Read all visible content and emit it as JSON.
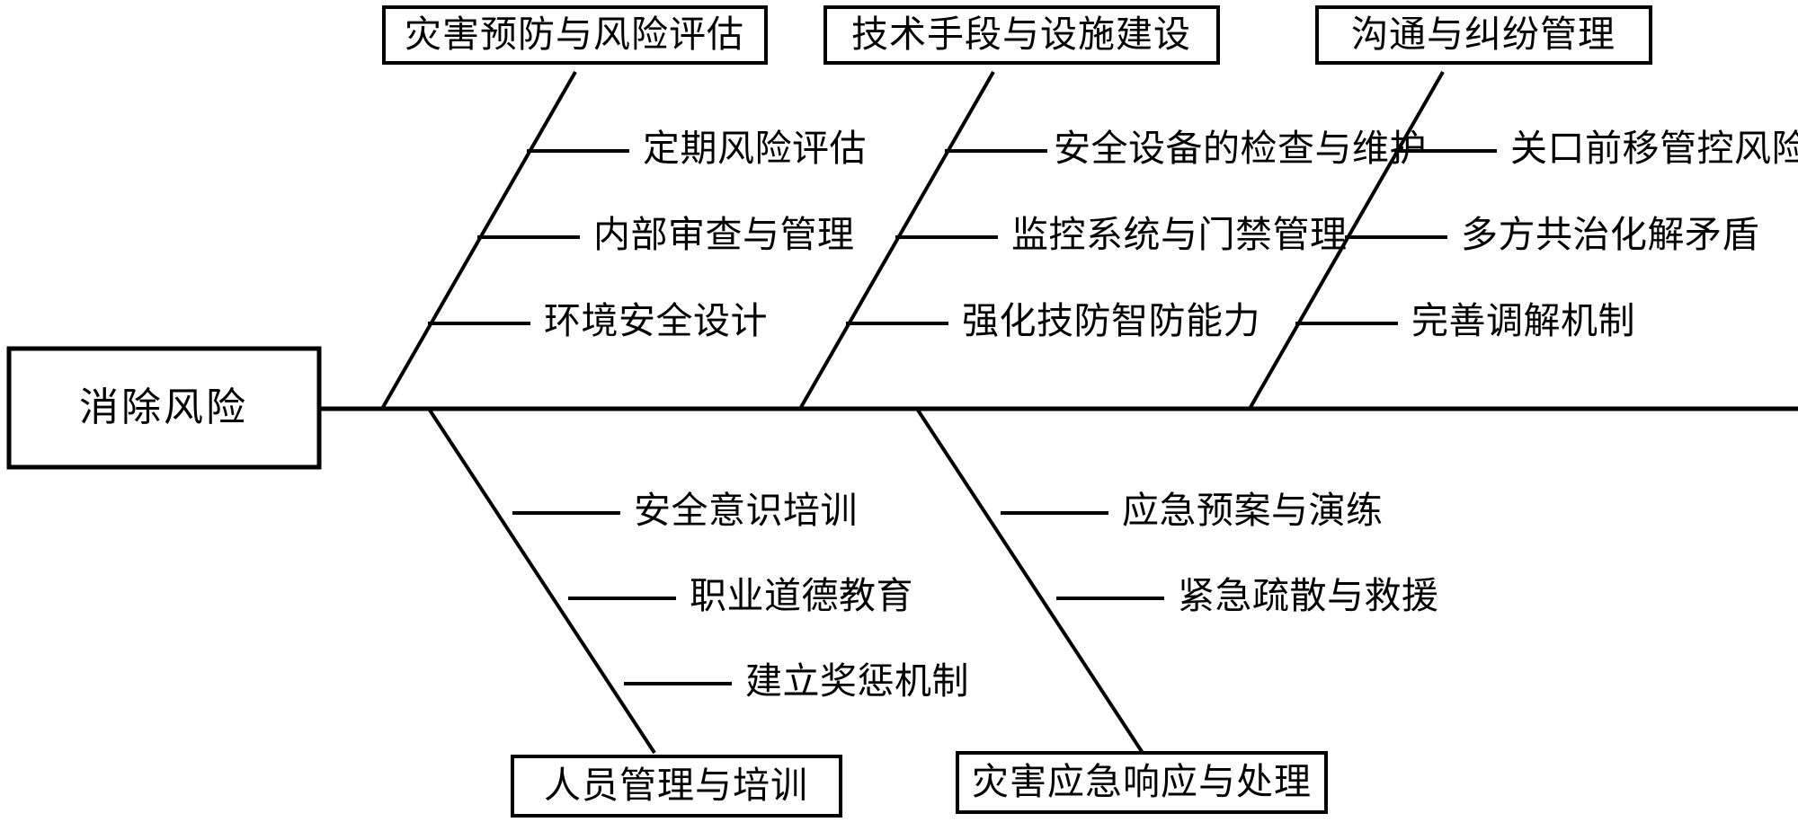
{
  "diagram": {
    "type": "fishbone-ishikawa",
    "orientation": "horizontal",
    "head": {
      "label": "消除风险"
    },
    "categories": [
      {
        "id": "disaster-prevention",
        "label": "灾害预防与风险评估",
        "side": "top",
        "causes": [
          "定期风险评估",
          "内部审查与管理",
          "环境安全设计"
        ]
      },
      {
        "id": "technical-facilities",
        "label": "技术手段与设施建设",
        "side": "top",
        "causes": [
          "安全设备的检查与维护",
          "监控系统与门禁管理",
          "强化技防智防能力"
        ]
      },
      {
        "id": "communication-dispute",
        "label": "沟通与纠纷管理",
        "side": "top",
        "causes": [
          "关口前移管控风险",
          "多方共治化解矛盾",
          "完善调解机制"
        ]
      },
      {
        "id": "personnel-training",
        "label": "人员管理与培训",
        "side": "bottom",
        "causes": [
          "安全意识培训",
          "职业道德教育",
          "建立奖惩机制"
        ]
      },
      {
        "id": "emergency-response",
        "label": "灾害应急响应与处理",
        "side": "bottom",
        "causes": [
          "应急预案与演练",
          "紧急疏散与救援"
        ]
      }
    ],
    "colors": {
      "line": "#000000",
      "background": "#ffffff",
      "text": "#000000"
    }
  }
}
